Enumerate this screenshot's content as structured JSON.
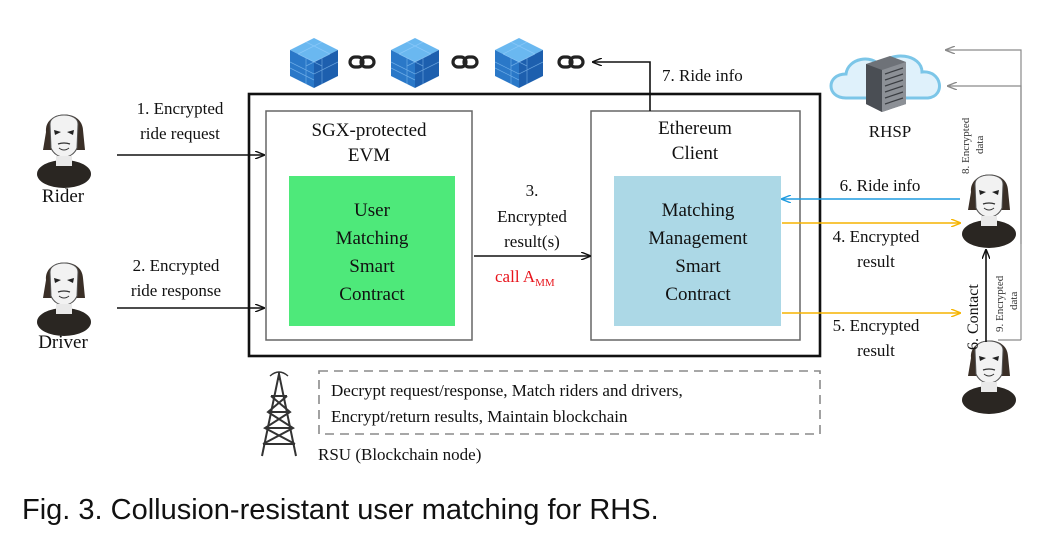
{
  "labels": {
    "rider": "Rider",
    "driver": "Driver",
    "step1_line1": "1. Encrypted",
    "step1_line2": "ride request",
    "step2_line1": "2. Encrypted",
    "step2_line2": "ride response",
    "sgx_line1": "SGX-protected",
    "sgx_line2": "EVM",
    "umsc_line1": "User",
    "umsc_line2": "Matching",
    "umsc_line3": "Smart",
    "umsc_line4": "Contract",
    "step3_line1": "3.",
    "step3_line2": "Encrypted",
    "step3_line3": "result(s)",
    "call_prefix": "call A",
    "call_sub": "MM",
    "eth_line1": "Ethereum",
    "eth_line2": "Client",
    "mmsc_line1": "Matching",
    "mmsc_line2": "Management",
    "mmsc_line3": "Smart",
    "mmsc_line4": "Contract",
    "step7": "7. Ride info",
    "rhsp": "RHSP",
    "step8_line1": "8. Encrypted",
    "step8_line2": "data",
    "step6_ride": "6. Ride info",
    "step4_line1": "4. Encrypted",
    "step4_line2": "result",
    "step5_line1": "5. Encrypted",
    "step5_line2": "result",
    "step6_contact": "6. Contact",
    "step9_line1": "9. Encrypted",
    "step9_line2": "data",
    "rsu_note_line1": "Decrypt request/response, Match riders and drivers,",
    "rsu_note_line2": "Encrypt/return results, Maintain blockchain",
    "rsu_label": "RSU (Blockchain node)"
  },
  "caption": "Fig. 3. Collusion-resistant user matching for RHS.",
  "colors": {
    "user_matching_fill": "#4ee97a",
    "matching_mgmt_fill": "#acd8e6",
    "ride_info_arrow": "#1e9be0",
    "result_arrow": "#f5b400",
    "call_text": "#e8141c",
    "block_blue": "#2f86d6"
  },
  "icons": [
    "blockchain-block-icon",
    "chain-link-icon",
    "cloud-server-icon",
    "masked-user-icon",
    "rsu-tower-icon"
  ]
}
